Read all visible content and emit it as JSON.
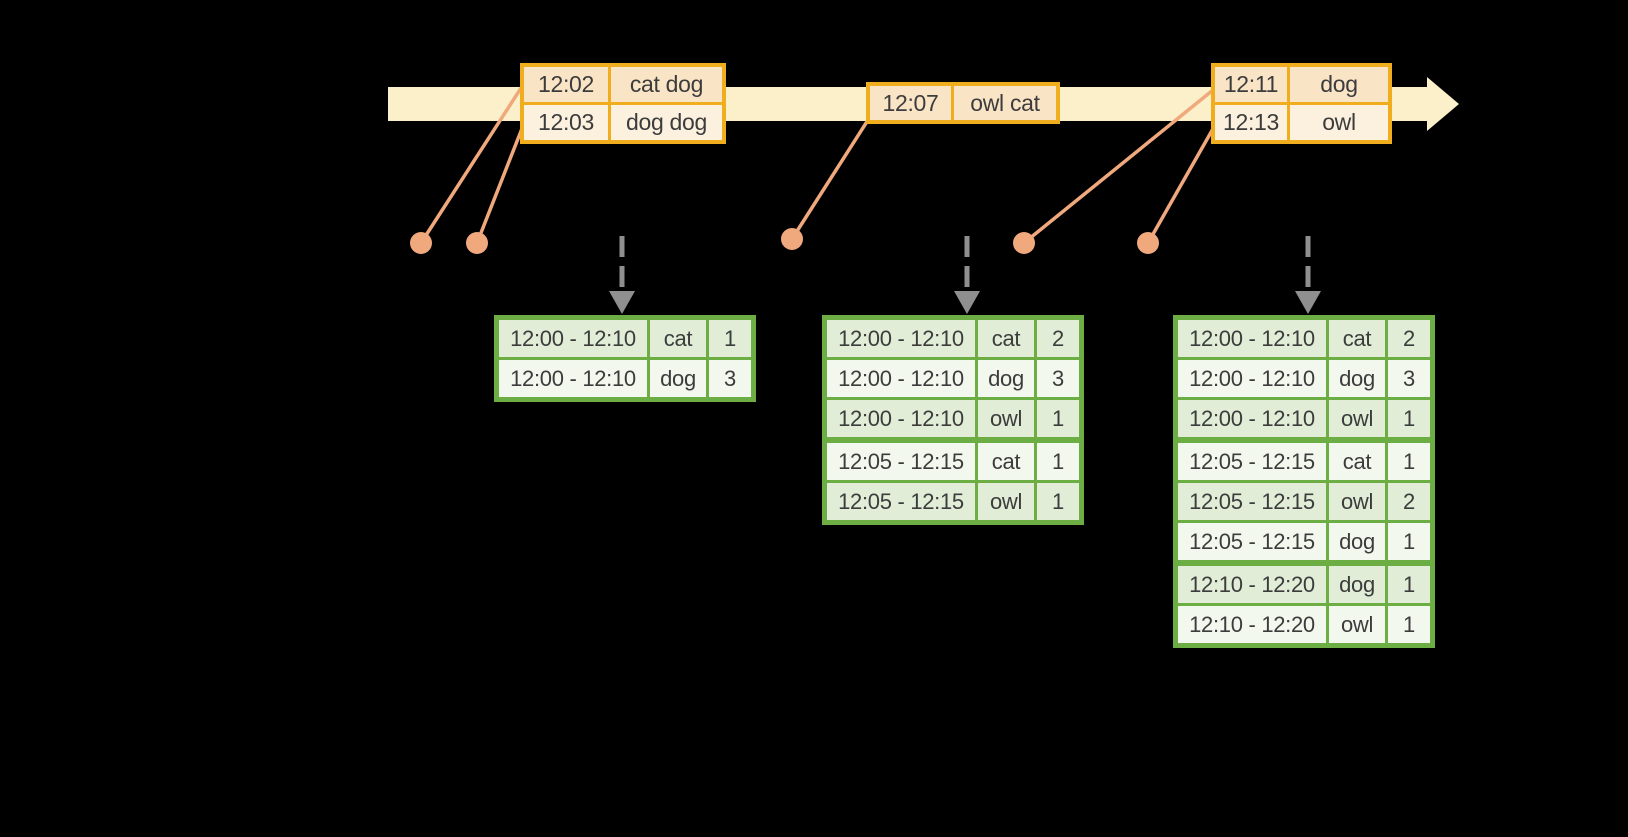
{
  "colors": {
    "background": "#000000",
    "timeline_fill": "#FBF0C9",
    "event_border": "#F0AD1E",
    "event_row_peach": "#FAE4C6",
    "event_row_cream": "#FCF1DF",
    "connector": "#F0A87D",
    "result_border": "#6CAE44",
    "result_row_tint": "#E1EDD7",
    "result_row_light": "#F3F8EF",
    "trigger_arrow": "#8F8F8F",
    "text": "#3C3C3C"
  },
  "timeline": {
    "event_tables": [
      {
        "rows": [
          {
            "time": "12:02",
            "words": "cat dog"
          },
          {
            "time": "12:03",
            "words": "dog dog"
          }
        ]
      },
      {
        "rows": [
          {
            "time": "12:07",
            "words": "owl cat"
          }
        ]
      },
      {
        "rows": [
          {
            "time": "12:11",
            "words": "dog"
          },
          {
            "time": "12:13",
            "words": "owl"
          }
        ]
      }
    ]
  },
  "result_tables": [
    {
      "rows": [
        {
          "window": "12:00 - 12:10",
          "word": "cat",
          "count": "1"
        },
        {
          "window": "12:00 - 12:10",
          "word": "dog",
          "count": "3"
        }
      ]
    },
    {
      "rows": [
        {
          "window": "12:00 - 12:10",
          "word": "cat",
          "count": "2"
        },
        {
          "window": "12:00 - 12:10",
          "word": "dog",
          "count": "3"
        },
        {
          "window": "12:00 - 12:10",
          "word": "owl",
          "count": "1"
        },
        {
          "window": "12:05 - 12:15",
          "word": "cat",
          "count": "1"
        },
        {
          "window": "12:05 - 12:15",
          "word": "owl",
          "count": "1"
        }
      ]
    },
    {
      "rows": [
        {
          "window": "12:00 - 12:10",
          "word": "cat",
          "count": "2"
        },
        {
          "window": "12:00 - 12:10",
          "word": "dog",
          "count": "3"
        },
        {
          "window": "12:00 - 12:10",
          "word": "owl",
          "count": "1"
        },
        {
          "window": "12:05 - 12:15",
          "word": "cat",
          "count": "1"
        },
        {
          "window": "12:05 - 12:15",
          "word": "owl",
          "count": "2"
        },
        {
          "window": "12:05 - 12:15",
          "word": "dog",
          "count": "1"
        },
        {
          "window": "12:10 - 12:20",
          "word": "dog",
          "count": "1"
        },
        {
          "window": "12:10 - 12:20",
          "word": "owl",
          "count": "1"
        }
      ]
    }
  ]
}
